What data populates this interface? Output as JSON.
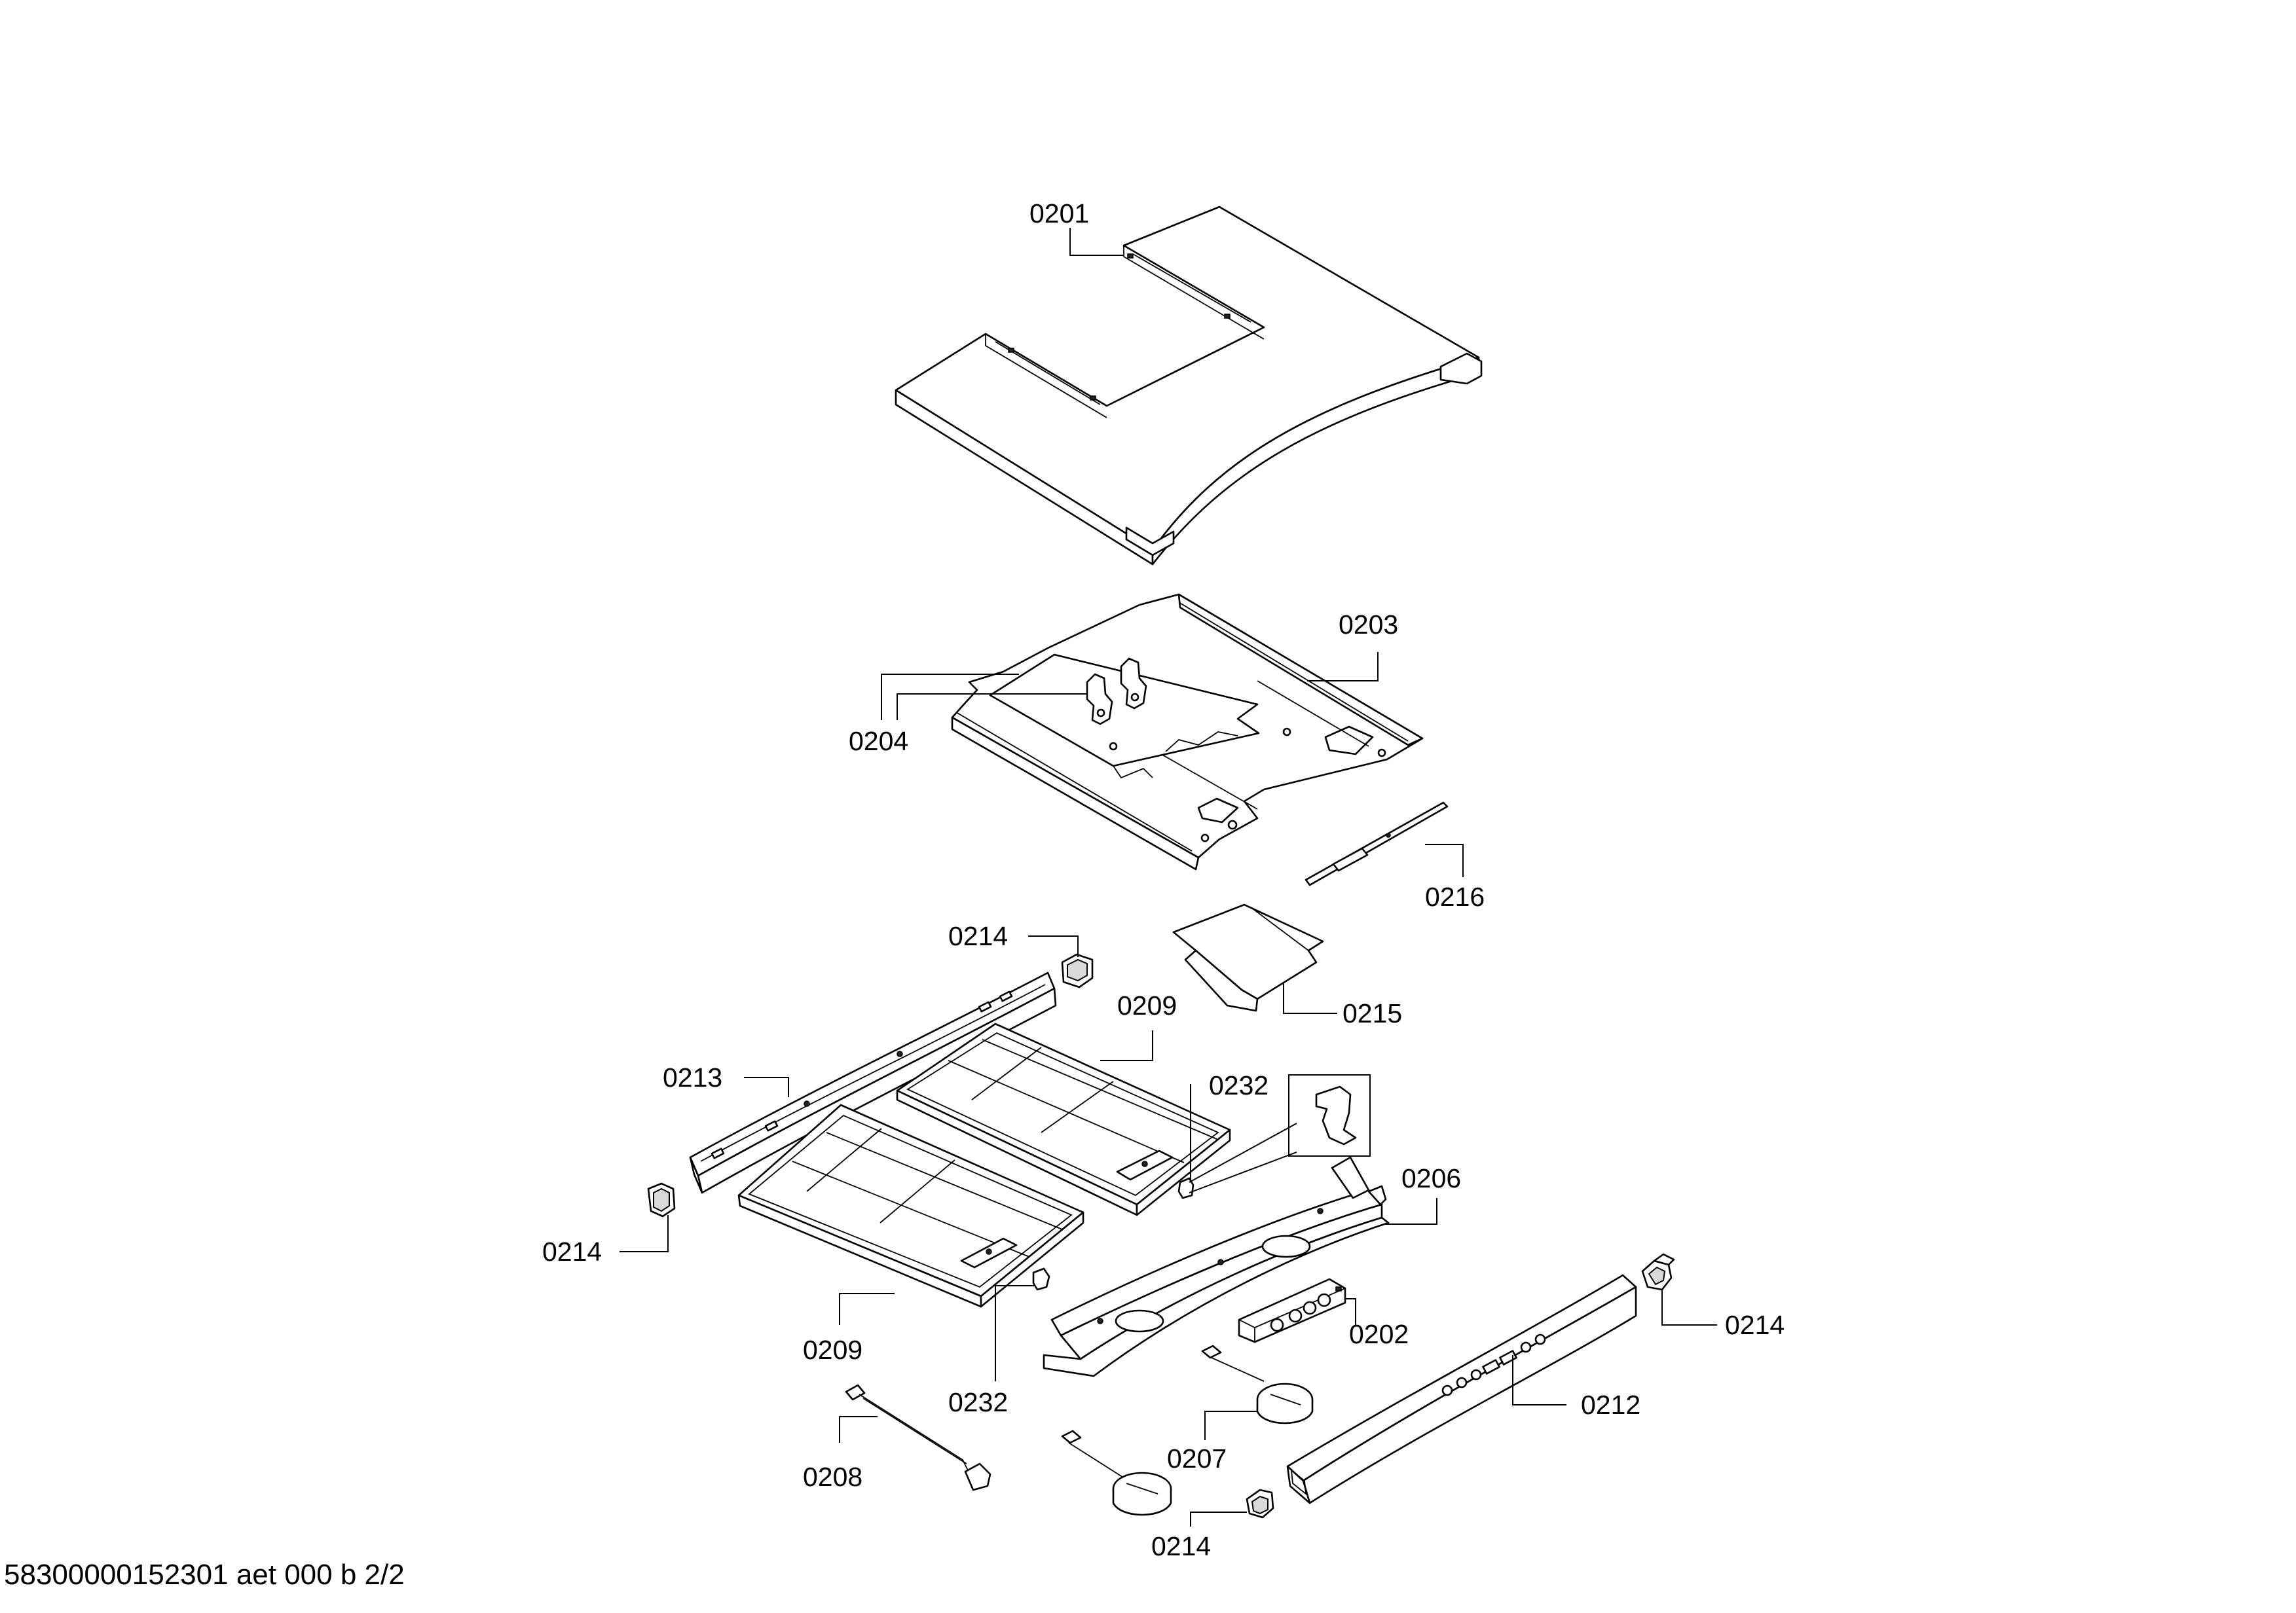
{
  "labels": {
    "p0201": "0201",
    "p0203": "0203",
    "p0204": "0204",
    "p0216": "0216",
    "p0214a": "0214",
    "p0215": "0215",
    "p0209a": "0209",
    "p0213": "0213",
    "p0232a": "0232",
    "p0206": "0206",
    "p0214b": "0214",
    "p0202": "0202",
    "p0214c": "0214",
    "p0209b": "0209",
    "p0232b": "0232",
    "p0212": "0212",
    "p0207": "0207",
    "p0208": "0208",
    "p0214d": "0214"
  },
  "footer": "58300000152301 aet 000 b 2/2"
}
